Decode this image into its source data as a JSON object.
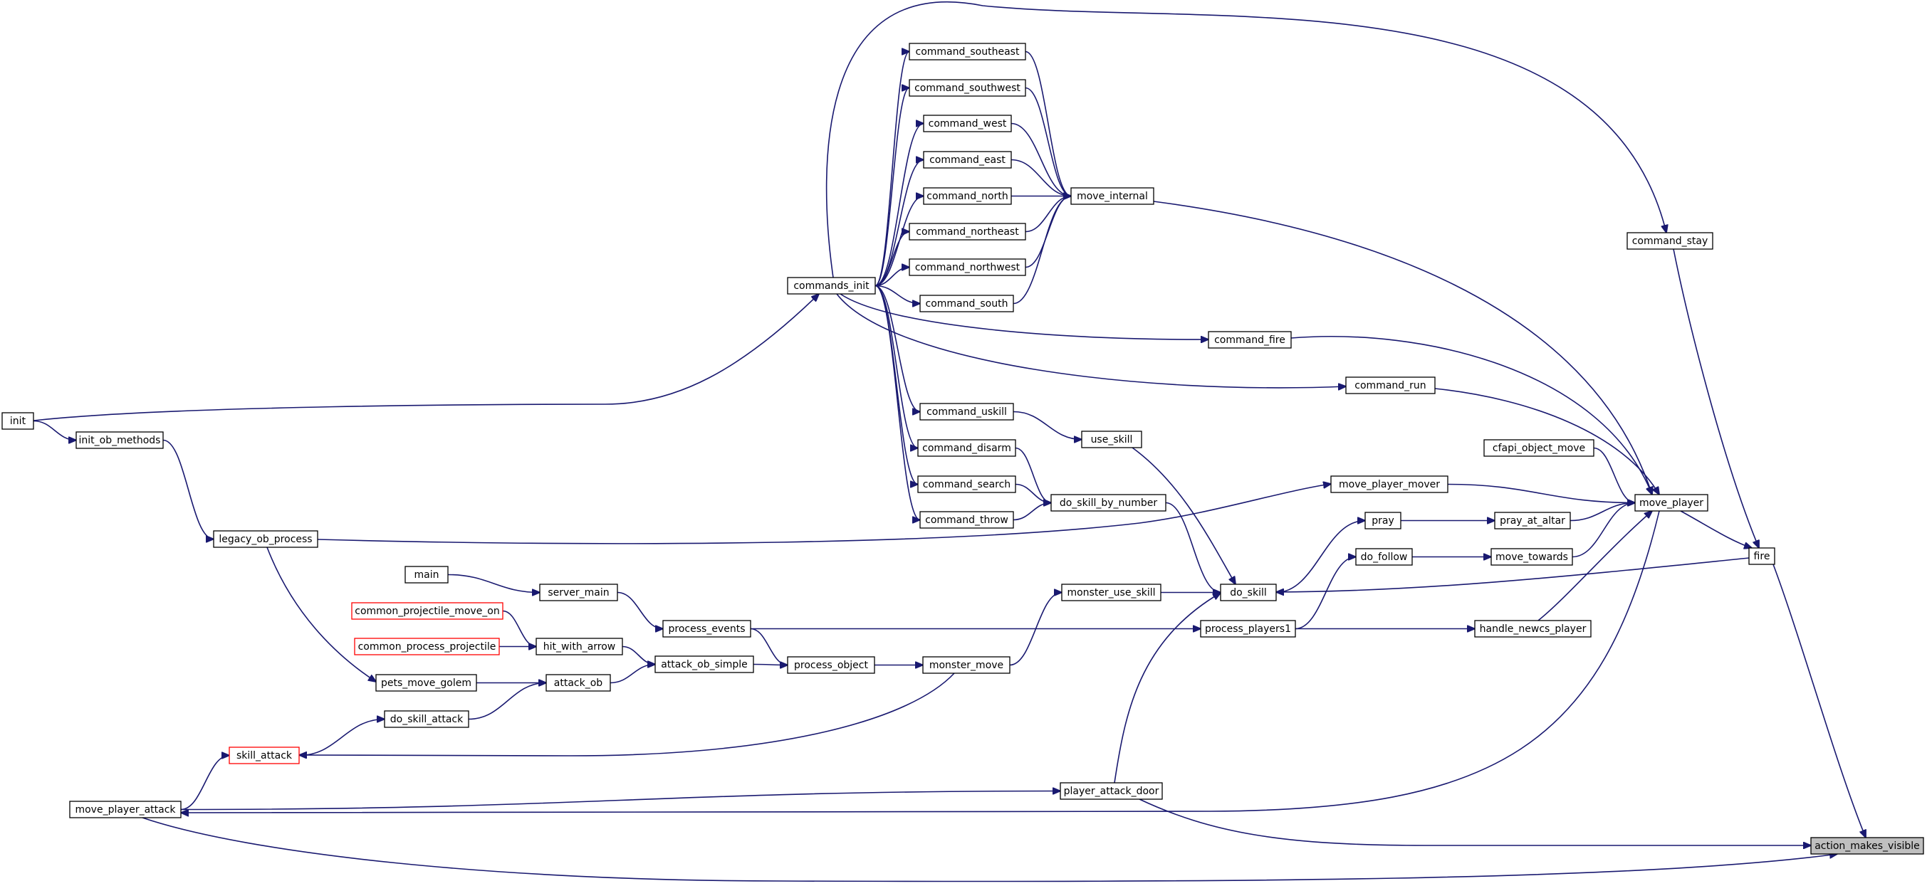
{
  "diagram": {
    "type": "caller-graph",
    "nodes": [
      {
        "id": "action_makes_visible",
        "label": "action_makes_visible",
        "style": "root"
      },
      {
        "id": "fire",
        "label": "fire",
        "style": "normal"
      },
      {
        "id": "command_stay",
        "label": "command_stay",
        "style": "normal"
      },
      {
        "id": "move_player",
        "label": "move_player",
        "style": "normal"
      },
      {
        "id": "move_internal",
        "label": "move_internal",
        "style": "normal"
      },
      {
        "id": "commands_init",
        "label": "commands_init",
        "style": "normal"
      },
      {
        "id": "command_southeast",
        "label": "command_southeast",
        "style": "normal"
      },
      {
        "id": "command_southwest",
        "label": "command_southwest",
        "style": "normal"
      },
      {
        "id": "command_west",
        "label": "command_west",
        "style": "normal"
      },
      {
        "id": "command_east",
        "label": "command_east",
        "style": "normal"
      },
      {
        "id": "command_north",
        "label": "command_north",
        "style": "normal"
      },
      {
        "id": "command_northeast",
        "label": "command_northeast",
        "style": "normal"
      },
      {
        "id": "command_northwest",
        "label": "command_northwest",
        "style": "normal"
      },
      {
        "id": "command_south",
        "label": "command_south",
        "style": "normal"
      },
      {
        "id": "command_fire",
        "label": "command_fire",
        "style": "normal"
      },
      {
        "id": "command_run",
        "label": "command_run",
        "style": "normal"
      },
      {
        "id": "init",
        "label": "init",
        "style": "normal"
      },
      {
        "id": "init_ob_methods",
        "label": "init_ob_methods",
        "style": "normal"
      },
      {
        "id": "command_uskill",
        "label": "command_uskill",
        "style": "normal"
      },
      {
        "id": "use_skill",
        "label": "use_skill",
        "style": "normal"
      },
      {
        "id": "command_disarm",
        "label": "command_disarm",
        "style": "normal"
      },
      {
        "id": "cfapi_object_move",
        "label": "cfapi_object_move",
        "style": "normal"
      },
      {
        "id": "move_player_mover",
        "label": "move_player_mover",
        "style": "normal"
      },
      {
        "id": "command_search",
        "label": "command_search",
        "style": "normal"
      },
      {
        "id": "do_skill_by_number",
        "label": "do_skill_by_number",
        "style": "normal"
      },
      {
        "id": "command_throw",
        "label": "command_throw",
        "style": "normal"
      },
      {
        "id": "pray",
        "label": "pray",
        "style": "normal"
      },
      {
        "id": "pray_at_altar",
        "label": "pray_at_altar",
        "style": "normal"
      },
      {
        "id": "legacy_ob_process",
        "label": "legacy_ob_process",
        "style": "normal"
      },
      {
        "id": "do_follow",
        "label": "do_follow",
        "style": "normal"
      },
      {
        "id": "move_towards",
        "label": "move_towards",
        "style": "normal"
      },
      {
        "id": "main",
        "label": "main",
        "style": "normal"
      },
      {
        "id": "server_main",
        "label": "server_main",
        "style": "normal"
      },
      {
        "id": "monster_use_skill",
        "label": "monster_use_skill",
        "style": "normal"
      },
      {
        "id": "do_skill",
        "label": "do_skill",
        "style": "normal"
      },
      {
        "id": "common_projectile_move_on",
        "label": "common_projectile_move_on",
        "style": "truncated"
      },
      {
        "id": "process_events",
        "label": "process_events",
        "style": "normal"
      },
      {
        "id": "process_players1",
        "label": "process_players1",
        "style": "normal"
      },
      {
        "id": "handle_newcs_player",
        "label": "handle_newcs_player",
        "style": "normal"
      },
      {
        "id": "common_process_projectile",
        "label": "common_process_projectile",
        "style": "truncated"
      },
      {
        "id": "hit_with_arrow",
        "label": "hit_with_arrow",
        "style": "normal"
      },
      {
        "id": "attack_ob_simple",
        "label": "attack_ob_simple",
        "style": "normal"
      },
      {
        "id": "process_object",
        "label": "process_object",
        "style": "normal"
      },
      {
        "id": "monster_move",
        "label": "monster_move",
        "style": "normal"
      },
      {
        "id": "pets_move_golem",
        "label": "pets_move_golem",
        "style": "normal"
      },
      {
        "id": "attack_ob",
        "label": "attack_ob",
        "style": "normal"
      },
      {
        "id": "do_skill_attack",
        "label": "do_skill_attack",
        "style": "normal"
      },
      {
        "id": "skill_attack",
        "label": "skill_attack",
        "style": "truncated"
      },
      {
        "id": "player_attack_door",
        "label": "player_attack_door",
        "style": "normal"
      },
      {
        "id": "move_player_attack",
        "label": "move_player_attack",
        "style": "normal"
      }
    ],
    "edges": [
      {
        "from": "fire",
        "to": "action_makes_visible"
      },
      {
        "from": "command_stay",
        "to": "fire"
      },
      {
        "from": "move_player",
        "to": "fire"
      },
      {
        "from": "commands_init",
        "to": "command_stay"
      },
      {
        "from": "move_internal",
        "to": "move_player"
      },
      {
        "from": "command_fire",
        "to": "move_player"
      },
      {
        "from": "command_run",
        "to": "move_player"
      },
      {
        "from": "cfapi_object_move",
        "to": "move_player"
      },
      {
        "from": "move_player_mover",
        "to": "move_player"
      },
      {
        "from": "pray_at_altar",
        "to": "move_player"
      },
      {
        "from": "move_towards",
        "to": "move_player"
      },
      {
        "from": "handle_newcs_player",
        "to": "move_player"
      },
      {
        "from": "command_southeast",
        "to": "move_internal"
      },
      {
        "from": "command_southwest",
        "to": "move_internal"
      },
      {
        "from": "command_west",
        "to": "move_internal"
      },
      {
        "from": "command_east",
        "to": "move_internal"
      },
      {
        "from": "command_north",
        "to": "move_internal"
      },
      {
        "from": "command_northeast",
        "to": "move_internal"
      },
      {
        "from": "command_northwest",
        "to": "move_internal"
      },
      {
        "from": "command_south",
        "to": "move_internal"
      },
      {
        "from": "commands_init",
        "to": "command_southeast"
      },
      {
        "from": "commands_init",
        "to": "command_southwest"
      },
      {
        "from": "commands_init",
        "to": "command_west"
      },
      {
        "from": "commands_init",
        "to": "command_east"
      },
      {
        "from": "commands_init",
        "to": "command_north"
      },
      {
        "from": "commands_init",
        "to": "command_northeast"
      },
      {
        "from": "commands_init",
        "to": "command_northwest"
      },
      {
        "from": "commands_init",
        "to": "command_south"
      },
      {
        "from": "commands_init",
        "to": "command_fire"
      },
      {
        "from": "commands_init",
        "to": "command_run"
      },
      {
        "from": "commands_init",
        "to": "command_uskill"
      },
      {
        "from": "commands_init",
        "to": "command_disarm"
      },
      {
        "from": "commands_init",
        "to": "command_search"
      },
      {
        "from": "commands_init",
        "to": "command_throw"
      },
      {
        "from": "init",
        "to": "commands_init"
      },
      {
        "from": "init",
        "to": "init_ob_methods"
      },
      {
        "from": "init_ob_methods",
        "to": "legacy_ob_process"
      },
      {
        "from": "legacy_ob_process",
        "to": "move_player_mover"
      },
      {
        "from": "legacy_ob_process",
        "to": "pets_move_golem"
      },
      {
        "from": "command_uskill",
        "to": "use_skill"
      },
      {
        "from": "use_skill",
        "to": "do_skill"
      },
      {
        "from": "command_disarm",
        "to": "do_skill_by_number"
      },
      {
        "from": "command_search",
        "to": "do_skill_by_number"
      },
      {
        "from": "command_throw",
        "to": "do_skill_by_number"
      },
      {
        "from": "do_skill_by_number",
        "to": "do_skill"
      },
      {
        "from": "do_skill",
        "to": "pray"
      },
      {
        "from": "pray",
        "to": "pray_at_altar"
      },
      {
        "from": "do_follow",
        "to": "move_towards"
      },
      {
        "from": "process_players1",
        "to": "do_follow"
      },
      {
        "from": "process_players1",
        "to": "handle_newcs_player"
      },
      {
        "from": "process_events",
        "to": "process_players1"
      },
      {
        "from": "server_main",
        "to": "process_events"
      },
      {
        "from": "main",
        "to": "server_main"
      },
      {
        "from": "fire",
        "to": "do_skill"
      },
      {
        "from": "monster_use_skill",
        "to": "do_skill"
      },
      {
        "from": "monster_move",
        "to": "monster_use_skill"
      },
      {
        "from": "process_object",
        "to": "monster_move"
      },
      {
        "from": "process_events",
        "to": "process_object"
      },
      {
        "from": "attack_ob_simple",
        "to": "process_object"
      },
      {
        "from": "hit_with_arrow",
        "to": "attack_ob_simple"
      },
      {
        "from": "common_projectile_move_on",
        "to": "hit_with_arrow"
      },
      {
        "from": "common_process_projectile",
        "to": "hit_with_arrow"
      },
      {
        "from": "attack_ob",
        "to": "attack_ob_simple"
      },
      {
        "from": "pets_move_golem",
        "to": "attack_ob"
      },
      {
        "from": "do_skill_attack",
        "to": "attack_ob"
      },
      {
        "from": "skill_attack",
        "to": "do_skill_attack"
      },
      {
        "from": "monster_move",
        "to": "skill_attack"
      },
      {
        "from": "move_player_attack",
        "to": "skill_attack"
      },
      {
        "from": "player_attack_door",
        "to": "do_skill"
      },
      {
        "from": "player_attack_door",
        "to": "action_makes_visible"
      },
      {
        "from": "move_player_attack",
        "to": "player_attack_door"
      },
      {
        "from": "move_player",
        "to": "move_player_attack"
      },
      {
        "from": "move_player_attack",
        "to": "action_makes_visible"
      }
    ]
  },
  "colors": {
    "edge": "#191970",
    "node_border": "#000000",
    "truncated_border": "#ff0000",
    "root_fill": "#bfbfbf",
    "node_fill": "#ffffff"
  }
}
